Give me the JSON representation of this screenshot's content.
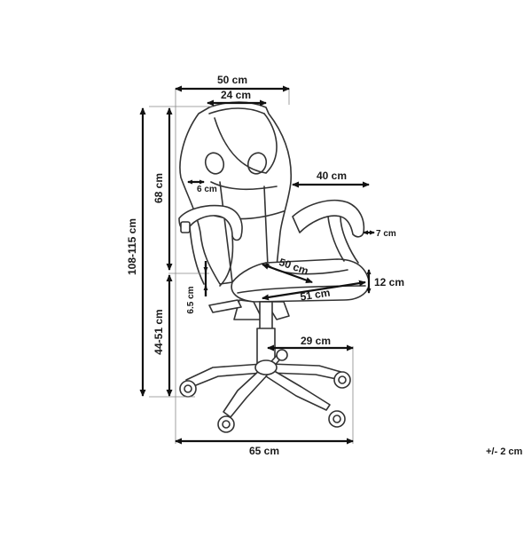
{
  "dimensions": {
    "overall_width": "50 cm",
    "backrest_top_width": "24 cm",
    "armrest_depth": "40 cm",
    "backrest_side": "6 cm",
    "backrest_height": "68 cm",
    "total_height": "108-115 cm",
    "armrest_width": "7 cm",
    "seat_depth": "50 cm",
    "seat_width": "51 cm",
    "seat_thickness": "12 cm",
    "armrest_gap": "6.5 cm",
    "seat_height": "44-51 cm",
    "base_radius": "29 cm",
    "base_diameter": "65 cm"
  },
  "tolerance": "+/- 2 cm"
}
